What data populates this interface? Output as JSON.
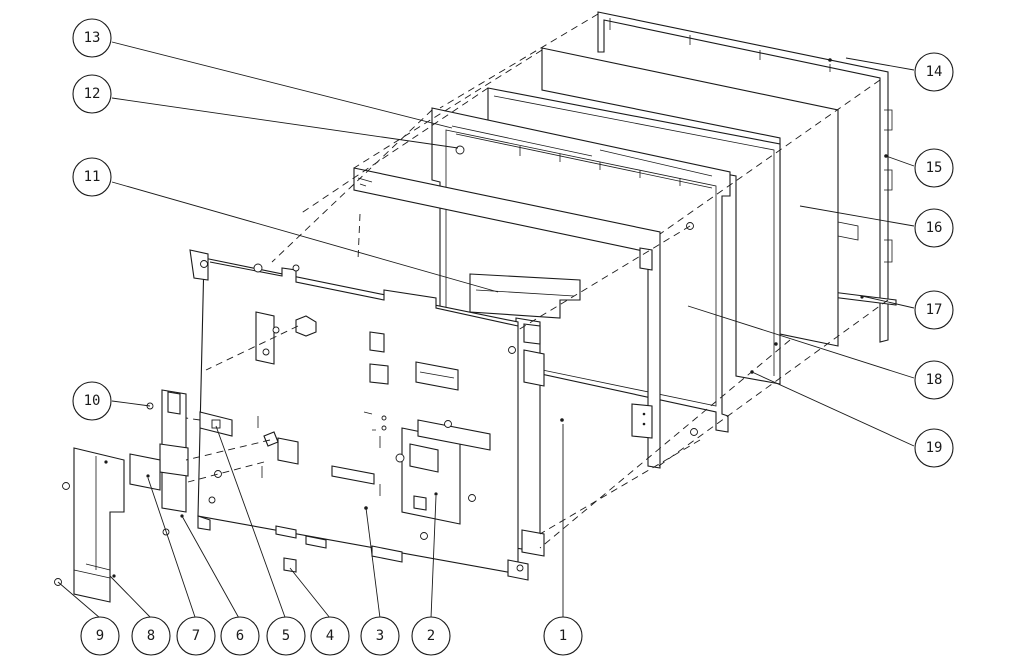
{
  "callouts": [
    {
      "label": "1"
    },
    {
      "label": "2"
    },
    {
      "label": "3"
    },
    {
      "label": "4"
    },
    {
      "label": "5"
    },
    {
      "label": "6"
    },
    {
      "label": "7"
    },
    {
      "label": "8"
    },
    {
      "label": "9"
    },
    {
      "label": "10"
    },
    {
      "label": "11"
    },
    {
      "label": "12"
    },
    {
      "label": "13"
    },
    {
      "label": "14"
    },
    {
      "label": "15"
    },
    {
      "label": "16"
    },
    {
      "label": "17"
    },
    {
      "label": "18"
    },
    {
      "label": "19"
    }
  ],
  "colors": {
    "line": "#1a1a1a",
    "background": "#ffffff"
  }
}
